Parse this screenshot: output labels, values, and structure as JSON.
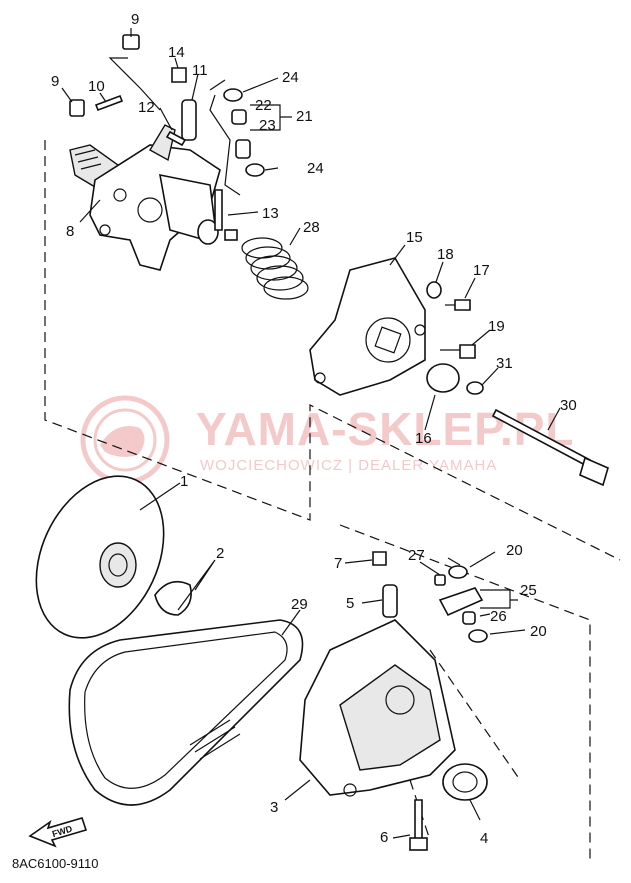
{
  "watermark": {
    "title": "YAMA-SKLEP.PL",
    "subtitle": "WOJCIECHOWICZ | DEALER YAMAHA"
  },
  "diagram_code": "8AC6100-9110",
  "fwd_label": "FWD",
  "callouts": {
    "n1": "1",
    "n2": "2",
    "n3": "3",
    "n4": "4",
    "n5": "5",
    "n6": "6",
    "n7": "7",
    "n8": "8",
    "n9a": "9",
    "n9b": "9",
    "n10": "10",
    "n11": "11",
    "n12": "12",
    "n13": "13",
    "n14": "14",
    "n15": "15",
    "n16": "16",
    "n17": "17",
    "n18": "18",
    "n19": "19",
    "n20a": "20",
    "n20b": "20",
    "n21": "21",
    "n22": "22",
    "n23": "23",
    "n24a": "24",
    "n24b": "24",
    "n25": "25",
    "n26": "26",
    "n27": "27",
    "n28": "28",
    "n29": "29",
    "n30": "30",
    "n31": "31"
  }
}
